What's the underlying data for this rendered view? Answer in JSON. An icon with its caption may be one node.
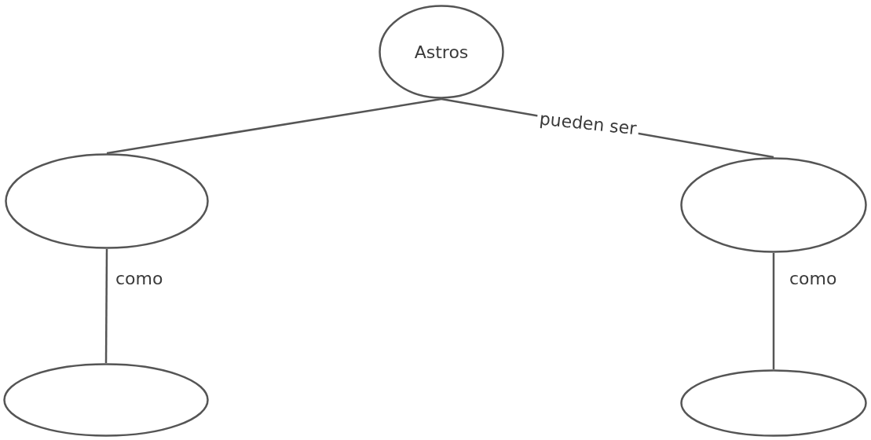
{
  "diagram": {
    "nodes": [
      {
        "text": [
          "Astros"
        ]
      },
      {
        "text": [],
        "shape": "circle"
      },
      {
        "text": [],
        "shape": "circle"
      },
      {
        "text": [],
        "shape": "circle"
      },
      {
        "text": [],
        "shape": "circle"
      }
    ],
    "edges": [
      {
        "from": 0,
        "to": 1,
        "arrow": "none"
      },
      {
        "from": 0,
        "to": 2,
        "arrow": "none",
        "label": "pueden ser"
      },
      {
        "from": 1,
        "to": 3,
        "arrow": "none",
        "label": "como"
      },
      {
        "from": 2,
        "to": 4,
        "arrow": "none",
        "label": "como"
      }
    ]
  }
}
